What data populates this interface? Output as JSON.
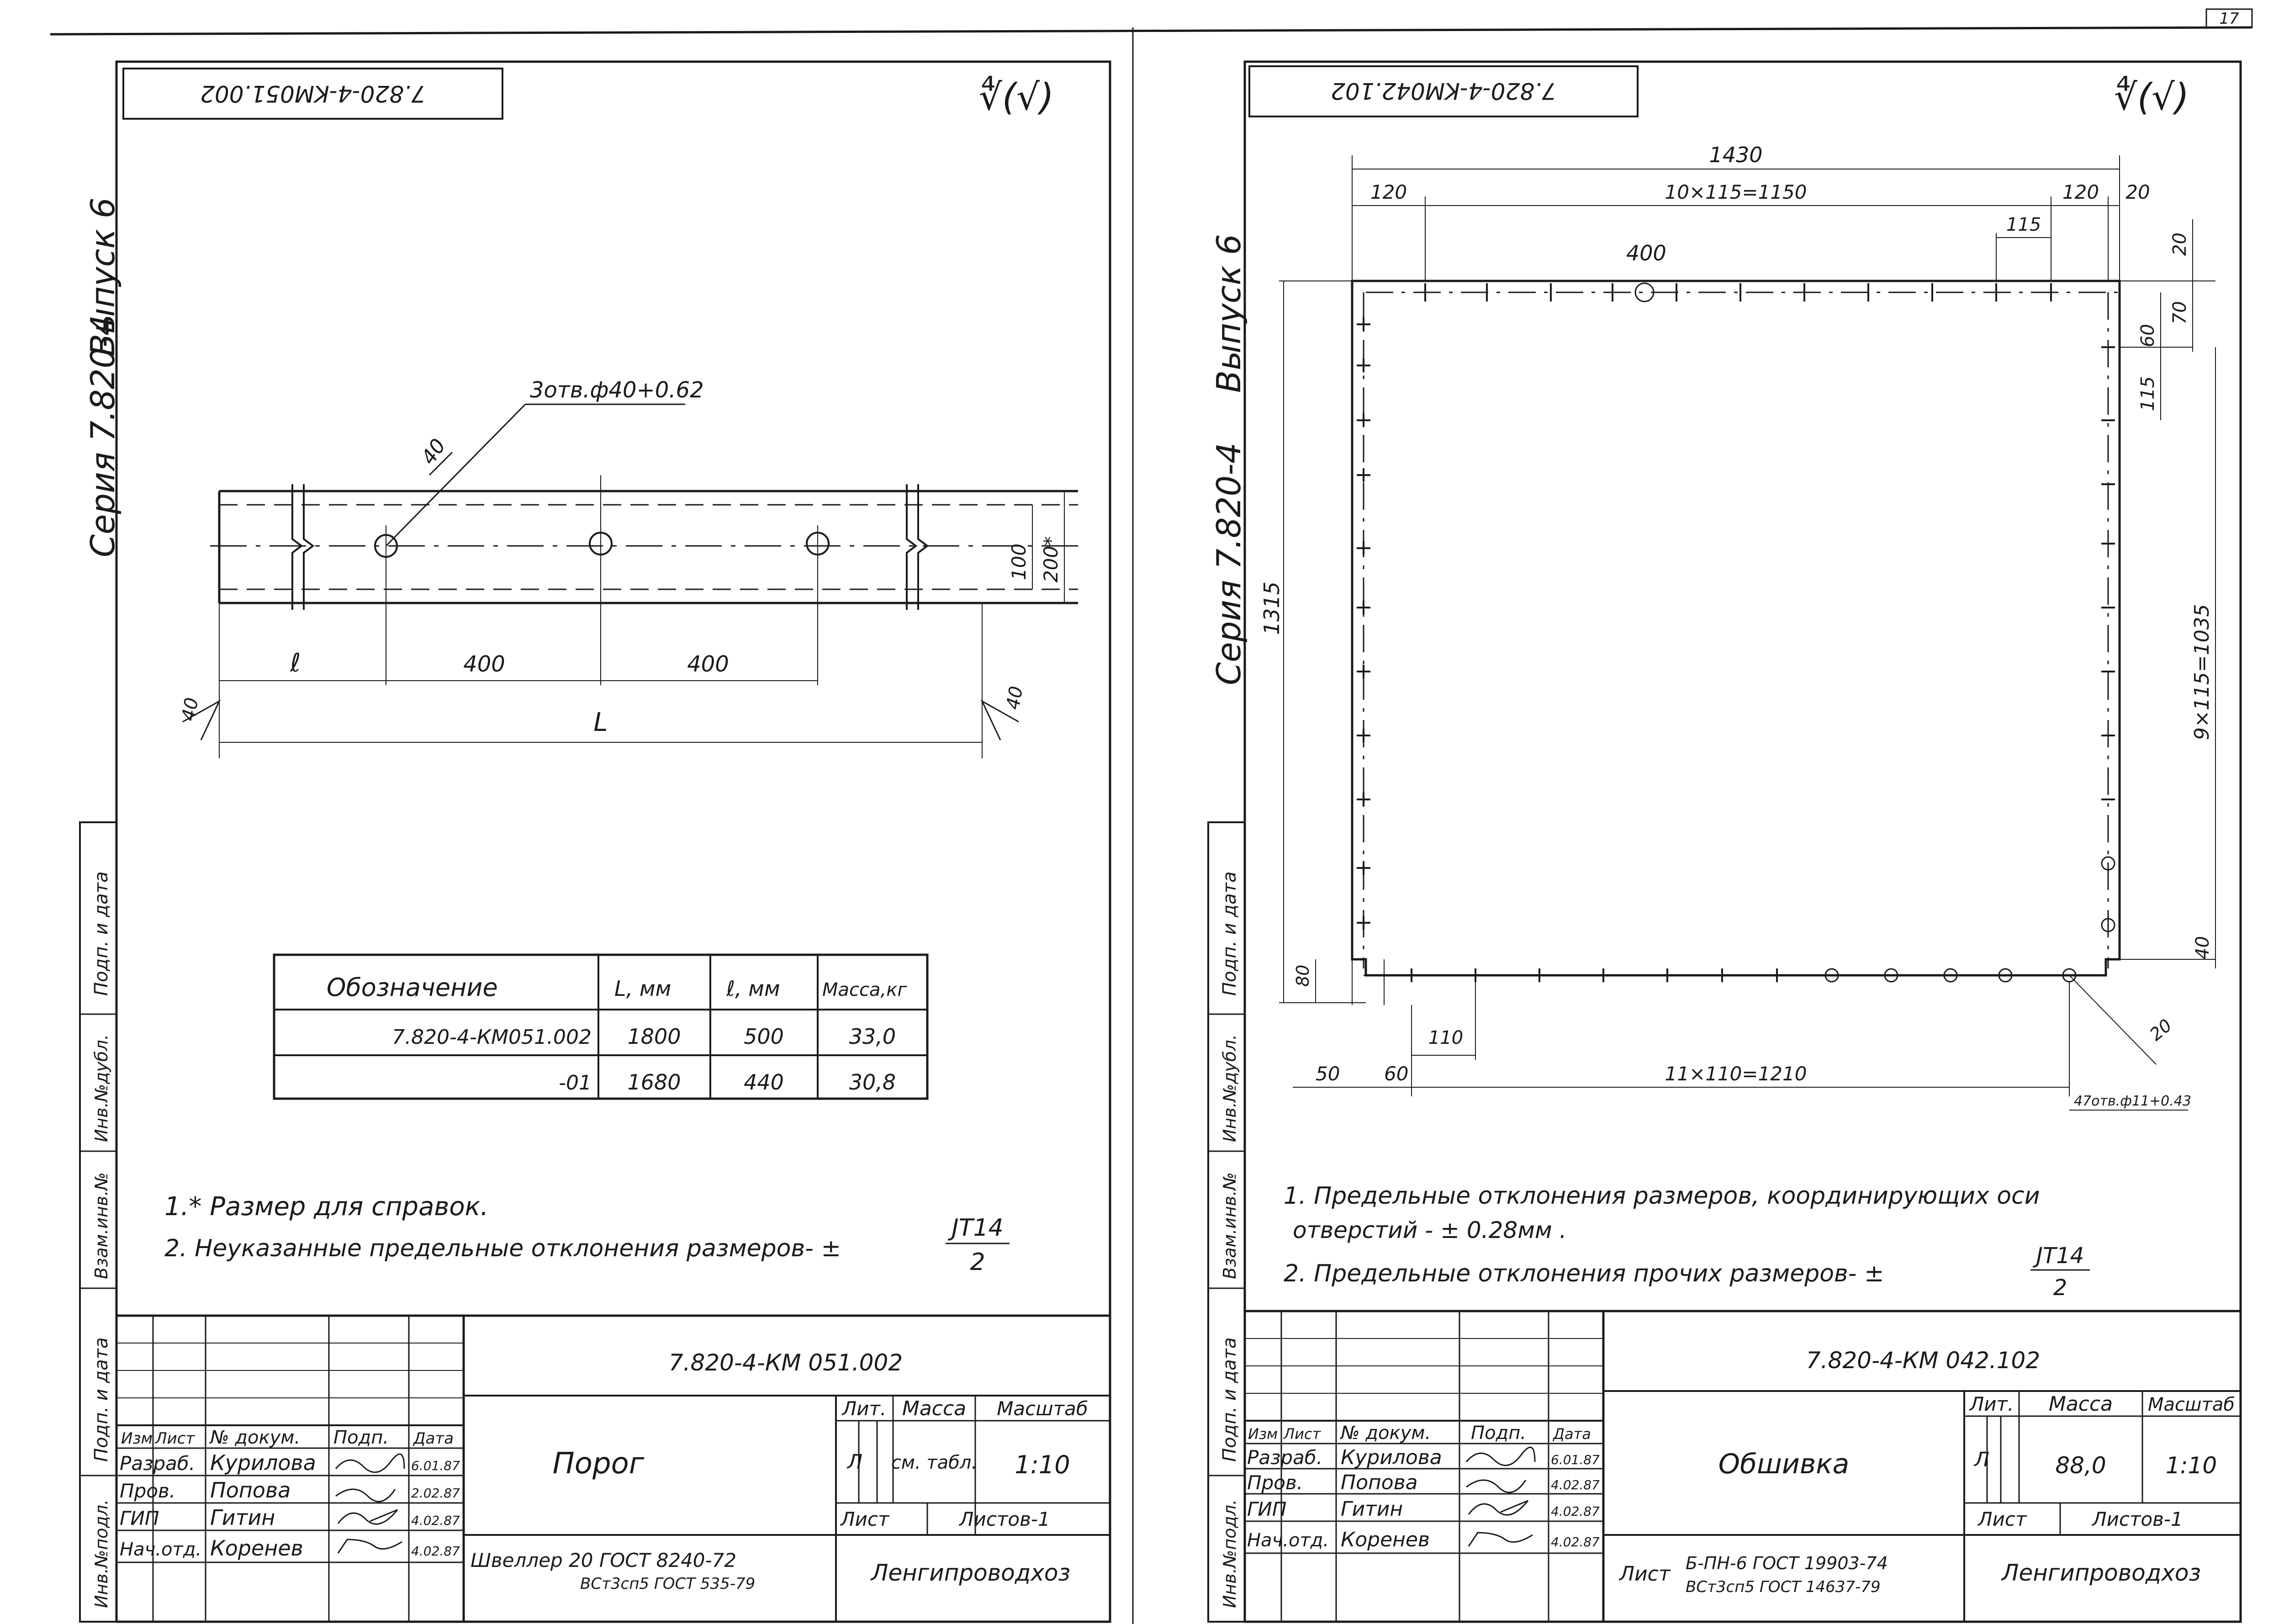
{
  "page_number": "17",
  "roughness": "∜(√)",
  "sheets": [
    {
      "mirrored_code": "7.820-4-KM051.002",
      "series": "Серия 7.820-4",
      "issue": "Выпуск 6",
      "callout": "3отв.ф40+0.62",
      "dims": {
        "top_40": "40",
        "h100": "100",
        "h200": "200*",
        "l": "ℓ",
        "d400a": "400",
        "d400b": "400",
        "L": "L",
        "c40l": "40",
        "c40r": "40"
      },
      "table": {
        "headers": [
          "Обозначение",
          "L, мм",
          "ℓ, мм",
          "Масса,кг"
        ],
        "rows": [
          [
            "7.820-4-КМ051.002",
            "1800",
            "500",
            "33,0"
          ],
          [
            "-01",
            "1680",
            "440",
            "30,8"
          ]
        ]
      },
      "notes": [
        "1.* Размер для справок.",
        "2. Неуказанные предельные отклонения размеров- ±"
      ],
      "note_tol": {
        "num": "ЈТ14",
        "den": "2"
      },
      "stamp": {
        "code": "7.820-4-КМ 051.002",
        "title": "Порог",
        "lit": "Лит.",
        "mass": "Масса",
        "scale": "Масштаб",
        "lit_val": "Л",
        "mass_val": "см. табл.",
        "scale_val": "1:10",
        "sheet": "Лист",
        "sheets": "Листов-1",
        "org": "Ленгипроводхоз",
        "material": "Швеллер 20 ГОСТ 8240-72",
        "material2": "ВСт3сп5 ГОСТ 535-79",
        "head": [
          "Изм",
          "Лист",
          "№ докум.",
          "Подп.",
          "Дата"
        ],
        "people": [
          [
            "Разраб.",
            "Курилова",
            "6.01.87"
          ],
          [
            "Пров.",
            "Попова",
            "2.02.87"
          ],
          [
            "ГИП",
            "Гитин",
            "4.02.87"
          ],
          [
            "Нач.отд.",
            "Коренев",
            "4.02.87"
          ]
        ]
      }
    },
    {
      "mirrored_code": "7.820-4-KM042.102",
      "series": "Серия 7.820-4",
      "issue": "Выпуск 6",
      "dims": {
        "d1430": "1430",
        "d120a": "120",
        "d1150": "10×115=1150",
        "d120b": "120",
        "d20a": "20",
        "d115top": "115",
        "d400": "400",
        "d20r": "20",
        "d70": "70",
        "d60": "60",
        "d115r": "115",
        "d1035": "9×115=1035",
        "d40r": "40",
        "d1315": "1315",
        "d80": "80",
        "d110": "110",
        "d50": "50",
        "d60b": "60",
        "d1210": "11×110=1210",
        "d20c": "20",
        "holes": "47отв.ф11+0.43"
      },
      "notes": [
        "1. Предельные отклонения размеров, координирующих оси",
        "отверстий - ± 0.28мм .",
        "2. Предельные отклонения прочих размеров- ±"
      ],
      "note_tol": {
        "num": "ЈТ14",
        "den": "2"
      },
      "stamp": {
        "code": "7.820-4-КМ 042.102",
        "title": "Обшивка",
        "lit": "Лит.",
        "mass": "Масса",
        "scale": "Масштаб",
        "lit_val": "Л",
        "mass_val": "88,0",
        "scale_val": "1:10",
        "sheet": "Лист",
        "sheets": "Листов-1",
        "org": "Ленгипроводхоз",
        "material_prefix": "Лист",
        "material": "Б-ПН-6 ГОСТ 19903-74",
        "material2": "ВСт3сп5 ГОСТ 14637-79",
        "head": [
          "Изм",
          "Лист",
          "№ докум.",
          "Подп.",
          "Дата"
        ],
        "people": [
          [
            "Разраб.",
            "Курилова",
            "6.01.87"
          ],
          [
            "Пров.",
            "Попова",
            "4.02.87"
          ],
          [
            "ГИП",
            "Гитин",
            "4.02.87"
          ],
          [
            "Нач.отд.",
            "Коренев",
            "4.02.87"
          ]
        ]
      }
    }
  ],
  "side_labels": [
    "Взам.инв.№",
    "Инв.№дубл.",
    "Подп. и дата",
    "Инв.№подл.",
    "Подп. и дата"
  ]
}
